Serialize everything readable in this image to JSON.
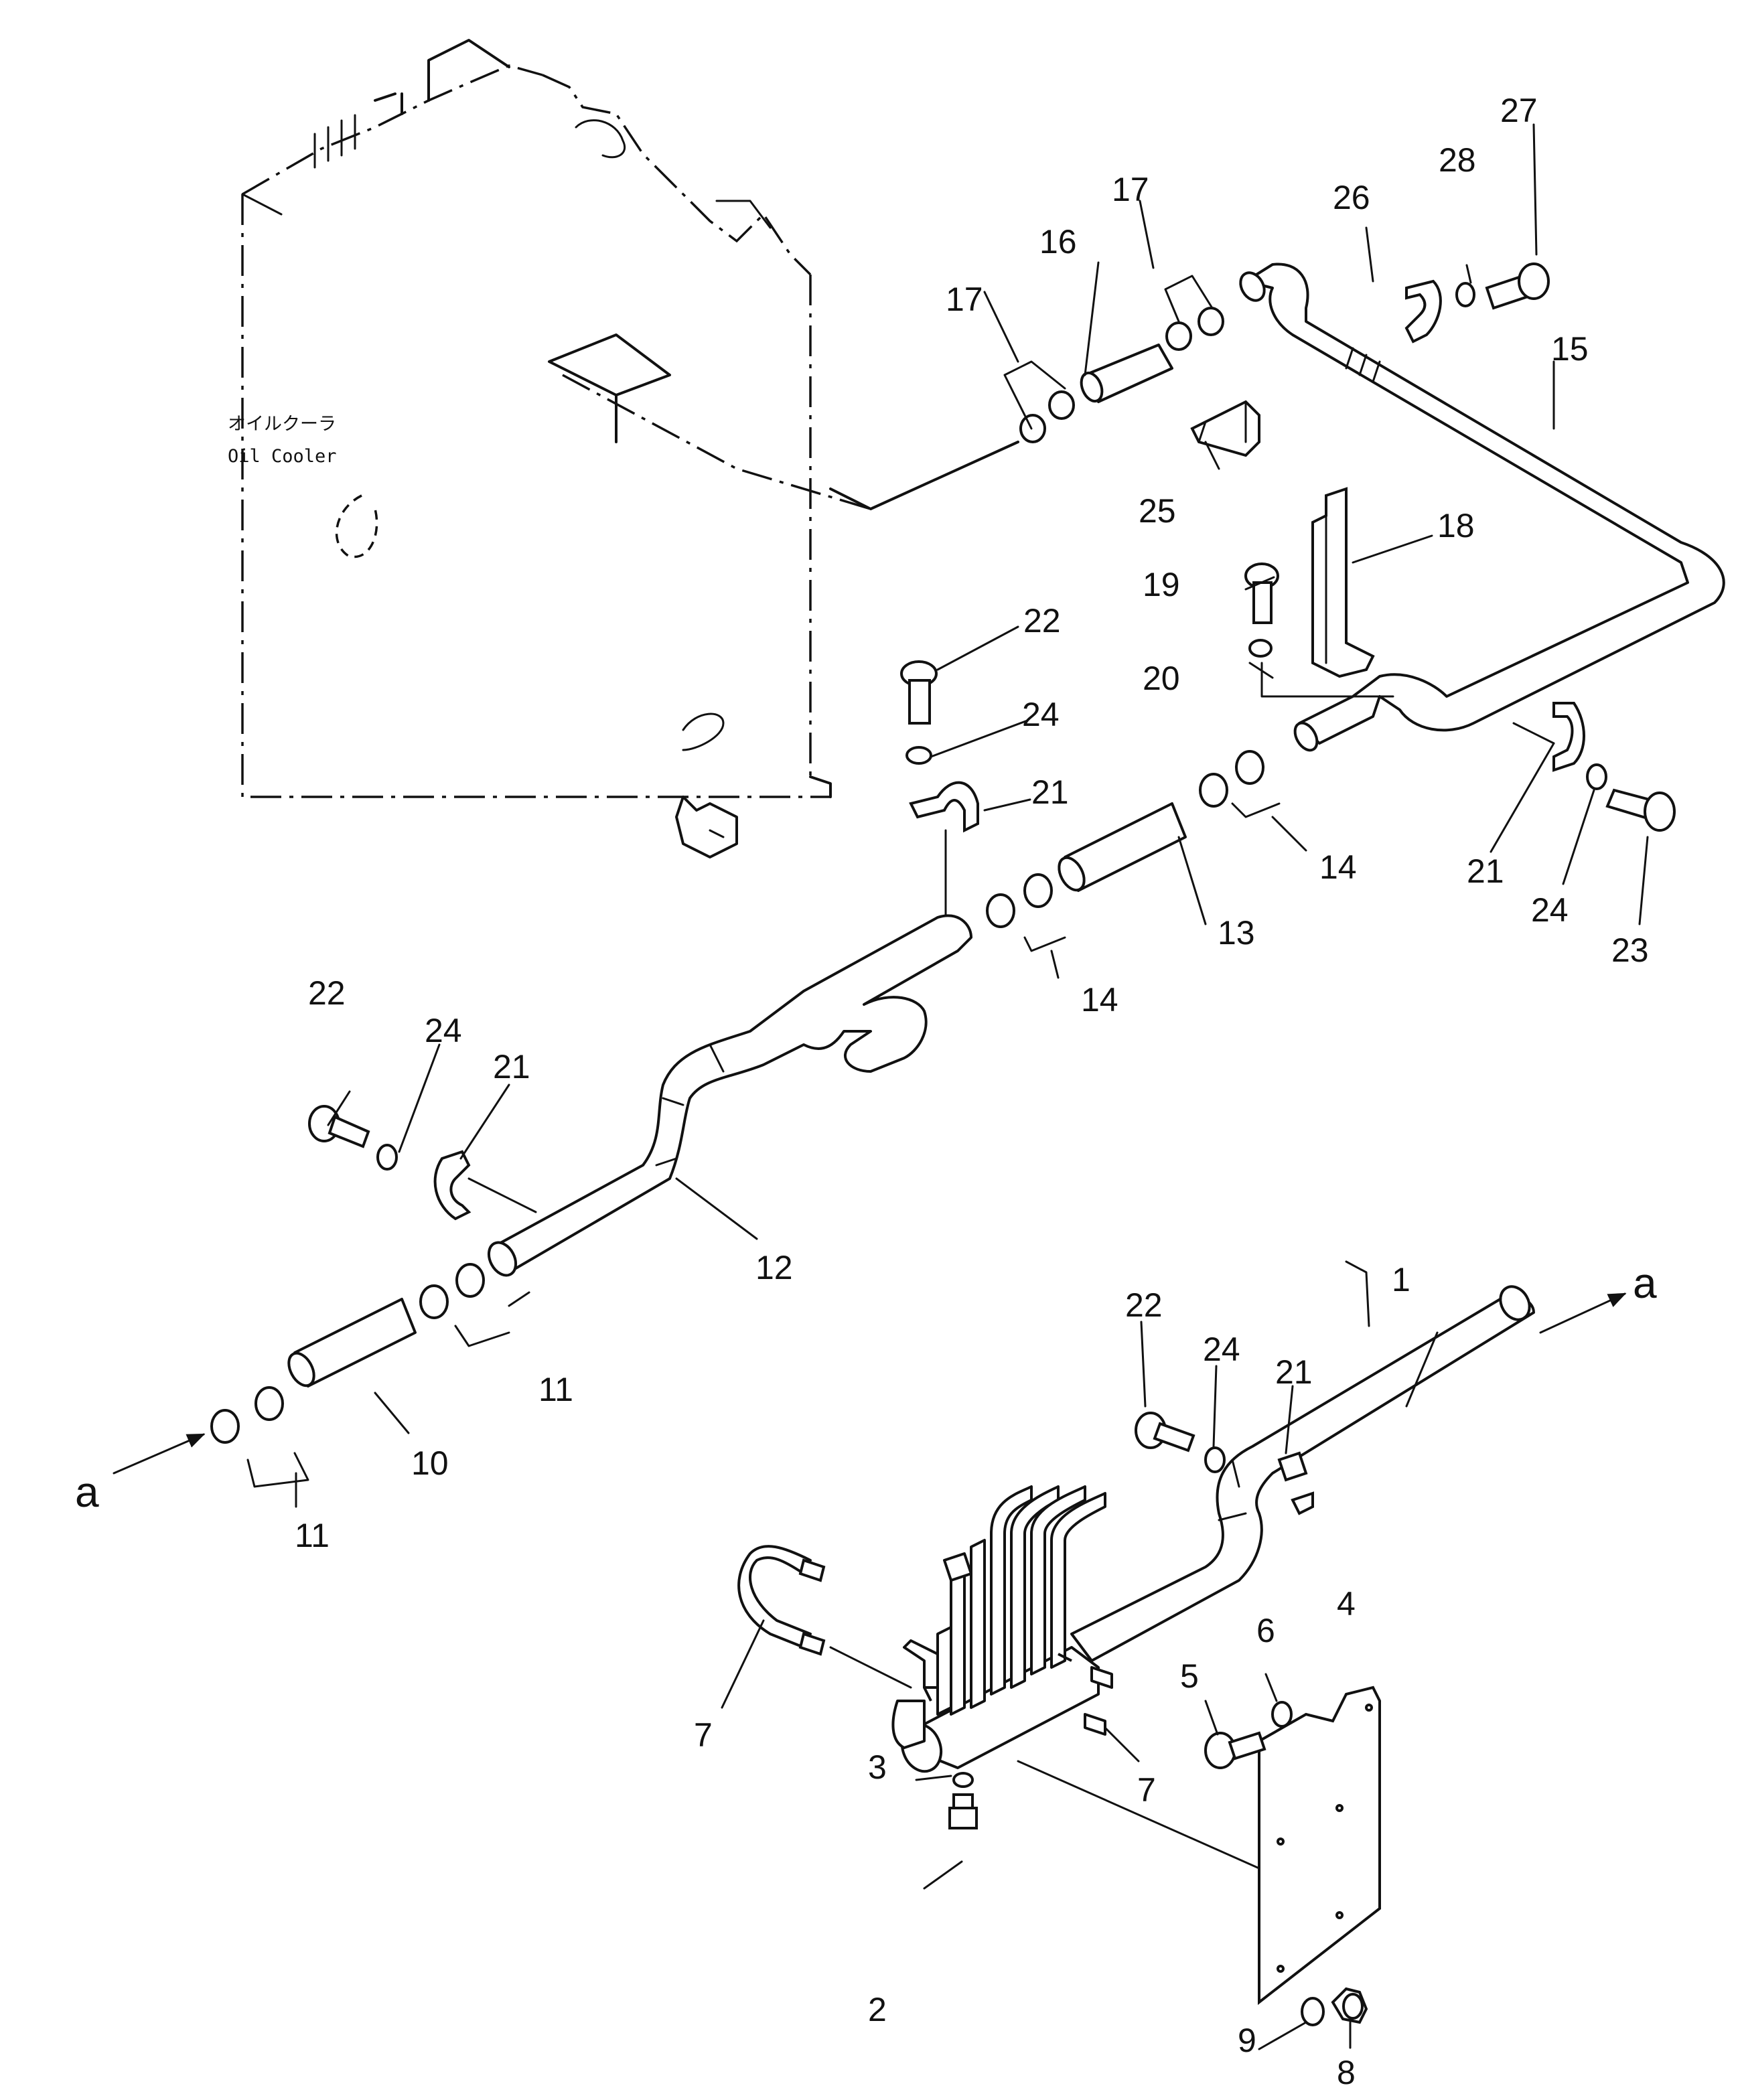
{
  "component_labels": {
    "oil_cooler_jp": "オイルクーラ",
    "oil_cooler_en": "Oil Cooler"
  },
  "flow_labels": {
    "inlet": "a",
    "outlet": "a"
  },
  "part_numbers": {
    "p1": "1",
    "p2": "2",
    "p3": "3",
    "p4": "4",
    "p5": "5",
    "p6": "6",
    "p7a": "7",
    "p7b": "7",
    "p8": "8",
    "p9": "9",
    "p10": "10",
    "p11a": "11",
    "p11b": "11",
    "p12": "12",
    "p13": "13",
    "p14a": "14",
    "p14b": "14",
    "p15": "15",
    "p16": "16",
    "p17a": "17",
    "p17b": "17",
    "p18": "18",
    "p19": "19",
    "p20": "20",
    "p21a": "21",
    "p21b": "21",
    "p21c": "21",
    "p21d": "21",
    "p22a": "22",
    "p22b": "22",
    "p22c": "22",
    "p23": "23",
    "p24a": "24",
    "p24b": "24",
    "p24c": "24",
    "p24d": "24",
    "p25": "25",
    "p26": "26",
    "p27": "27",
    "p28": "28"
  }
}
